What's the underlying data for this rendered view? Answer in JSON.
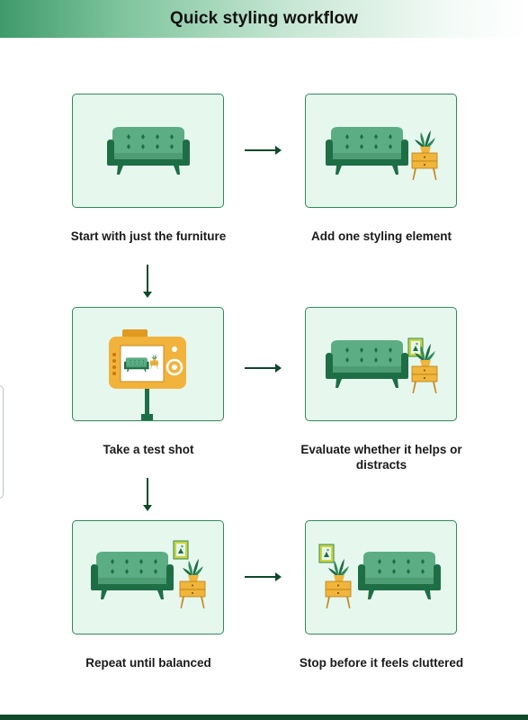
{
  "header": {
    "title": "Quick styling workflow"
  },
  "steps": [
    {
      "caption": "Start with just the furniture",
      "illustration": "sofa-icon"
    },
    {
      "caption": "Add one styling element",
      "illustration": "sofa-with-plant-icon"
    },
    {
      "caption": "Take a test shot",
      "illustration": "camera-on-tripod-icon"
    },
    {
      "caption": "Evaluate whether it helps or distracts",
      "illustration": "sofa-with-plant-and-frame-icon"
    },
    {
      "caption": "Repeat until balanced",
      "illustration": "sofa-with-plant-and-frame-icon"
    },
    {
      "caption": "Stop before it feels cluttered",
      "illustration": "sofa-with-side-table-left-icon"
    }
  ],
  "colors": {
    "card_background": "#e6f7ee",
    "card_border": "#2f8a58",
    "sofa": "#5cad83",
    "sofa_dark": "#1d6e45",
    "arrow": "#0e4a2a",
    "table": "#f0b53a",
    "camera": "#f2b33c"
  }
}
